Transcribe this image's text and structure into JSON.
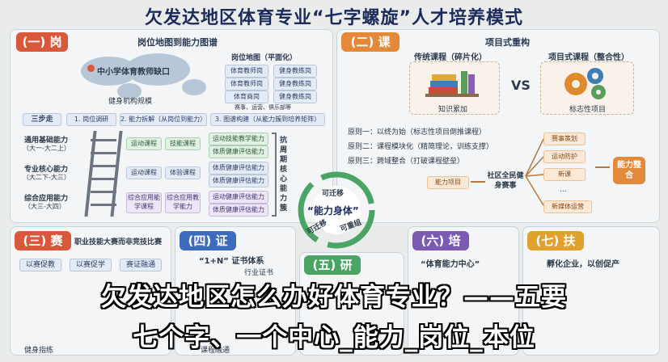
{
  "title": "欠发达地区体育专业“七字螺旋”人才培养模式",
  "gang": {
    "tag": "(一) 岗",
    "map_title": "岗位地图到能力图谱",
    "map_label": "中小学体育教师缺口",
    "health_label": "健身机构规模",
    "post_map_title": "岗位地图（平面化）",
    "post_items": [
      "体育教师岗",
      "健身教练岗",
      "体育教师岗",
      "健身教练岗",
      "体育商岗",
      "健身教练岗"
    ],
    "post_note": "赛事、运营、俱乐部等",
    "steps_label": "三步走",
    "steps": [
      "1. 岗位调研",
      "2. 能力拆解（从岗位到能力）",
      "3. 图谱构建（从能力簇到培养矩阵）"
    ],
    "levels": [
      {
        "name": "通用基础能力",
        "range": "（大一-大二上）"
      },
      {
        "name": "专业核心能力",
        "range": "（大二下-大三）"
      },
      {
        "name": "综合应用能力",
        "range": "（大三-大四）"
      }
    ],
    "row1": [
      "运动课程",
      "技能课程",
      "运动技能教学能力",
      "体质健康评估能力"
    ],
    "row2": [
      "运动课程",
      "体验课程",
      "体质健康评估能力",
      "体质健康评估能力"
    ],
    "row3": [
      "综合应用能学课程",
      "综合应用教学能力",
      "运动健康评估能力",
      "体质健康评估能力"
    ],
    "vertical_label": "抗周期核心能力簇"
  },
  "ke": {
    "tag": "(二) 课",
    "title": "项目式重构",
    "traditional": "传统课程（碎片化）",
    "project": "项目式课程（整合性）",
    "knowledge": "知识累加",
    "landmark": "标志性项目",
    "vs": "VS",
    "principles": [
      "原则一：以终为始（标志性项目倒推课程）",
      "原则二：课程模块化（精简理论，训练支撑）",
      "原则三：跨域整合（打破课程壁垒）"
    ],
    "ability_project": "能力项目",
    "community": "社区全民健身赛事",
    "branches": [
      "赛事策划",
      "运动防护",
      "新课",
      "...",
      "新媒体运营"
    ],
    "integration": "能力整合"
  },
  "center": {
    "core": "“能力身体”",
    "transfer_top": "可迁移",
    "transfer_left": "可迁移",
    "reorg": "可重组"
  },
  "sai": {
    "tag": "(三) 赛",
    "subtitle": "职业技能大赛而非竞技比赛",
    "items": [
      "以赛促教",
      "以赛促学",
      "赛证融通"
    ],
    "health": "健身指练"
  },
  "zheng": {
    "tag": "(四) 证",
    "title": "“1+N” 证书体系",
    "item": "行业证书"
  },
  "yan": {
    "tag": "(五) 研",
    "item": "课程融通"
  },
  "pei": {
    "tag": "(六) 培",
    "title": "“体育能力中心”"
  },
  "fu": {
    "tag": "(七) 扶",
    "title": "孵化企业，以创促产"
  },
  "caption": {
    "line1": "欠发达地区怎么办好体育专业？——五要",
    "line2": "七个字、一个中心_能力_岗位_本位"
  }
}
